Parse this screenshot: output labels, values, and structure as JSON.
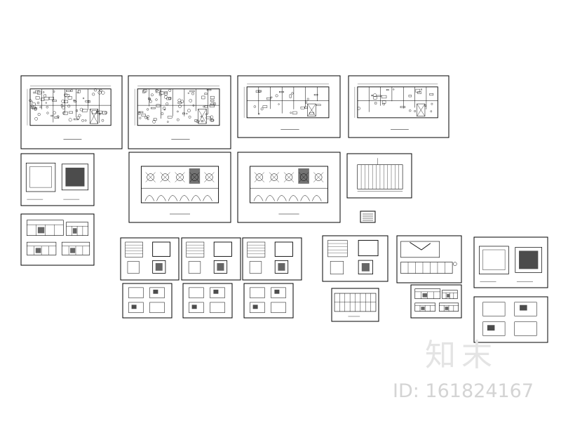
{
  "watermark": {
    "brand": "知末",
    "id_text": "ID: 161824167"
  },
  "colors": {
    "line": "#000000",
    "watermark": "#e4e4e4",
    "background": "#ffffff"
  },
  "sheets": [
    {
      "kind": "floor-plan-dense"
    },
    {
      "kind": "floor-plan-dense"
    },
    {
      "kind": "floor-plan-open"
    },
    {
      "kind": "floor-plan-open"
    },
    {
      "kind": "detail-pair"
    },
    {
      "kind": "ceiling-plan"
    },
    {
      "kind": "ceiling-plan"
    },
    {
      "kind": "section"
    },
    {
      "kind": "elevations"
    },
    {
      "kind": "legend"
    },
    {
      "kind": "detail-grid"
    },
    {
      "kind": "detail-grid"
    },
    {
      "kind": "detail-grid"
    },
    {
      "kind": "detail-grid"
    },
    {
      "kind": "elevation-strip"
    },
    {
      "kind": "detail-pair"
    },
    {
      "kind": "detail-small"
    },
    {
      "kind": "detail-small"
    },
    {
      "kind": "detail-small"
    },
    {
      "kind": "detail-small"
    },
    {
      "kind": "elevation-wide"
    },
    {
      "kind": "elevations"
    }
  ]
}
